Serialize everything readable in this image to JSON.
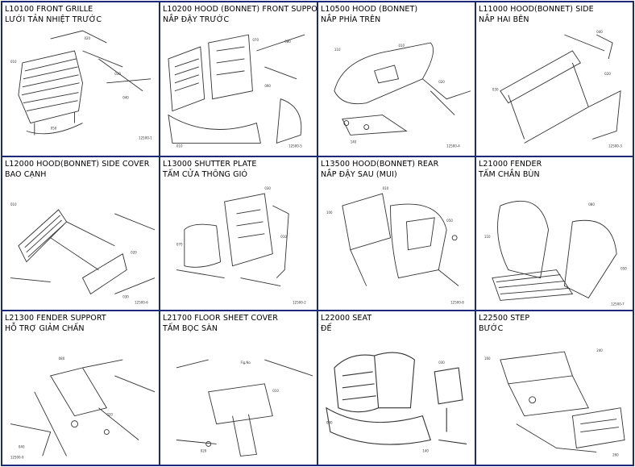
{
  "cells": [
    {
      "code": "L10100 FRONT GRILLE",
      "vi": "LƯỚI TẢN NHIỆT TRƯỚC"
    },
    {
      "code": "L10200 HOOD (BONNET) FRONT SUPPO",
      "vi": "NẮP ĐẬY TRƯỚC"
    },
    {
      "code": "L10500 HOOD (BONNET)",
      "vi": "NẮP PHÍA TRÊN"
    },
    {
      "code": "L11000 HOOD(BONNET) SIDE",
      "vi": "NẮP HAI BÊN"
    },
    {
      "code": "L12000 HOOD(BONNET) SIDE COVER",
      "vi": "BAO CẠNH"
    },
    {
      "code": "L13000 SHUTTER PLATE",
      "vi": "TẤM CỬA THÔNG GIÓ"
    },
    {
      "code": "L13500 HOOD(BONNET) REAR",
      "vi": "NẮP ĐẬY SAU (MUI)"
    },
    {
      "code": "L21000 FENDER",
      "vi": "TẤM CHẮN BÙN"
    },
    {
      "code": "L21300 FENDER SUPPORT",
      "vi": "HỖ TRỢ GIẢM CHẤN"
    },
    {
      "code": "L21700 FLOOR SHEET COVER",
      "vi": "TẤM BỌC SÀN"
    },
    {
      "code": "L22000 SEAT",
      "vi": "ĐẾ"
    },
    {
      "code": "L22500 STEP",
      "vi": "BƯỚC"
    }
  ],
  "colors": {
    "border": "#1d2a7a",
    "line": "#333333",
    "background": "#ffffff"
  }
}
